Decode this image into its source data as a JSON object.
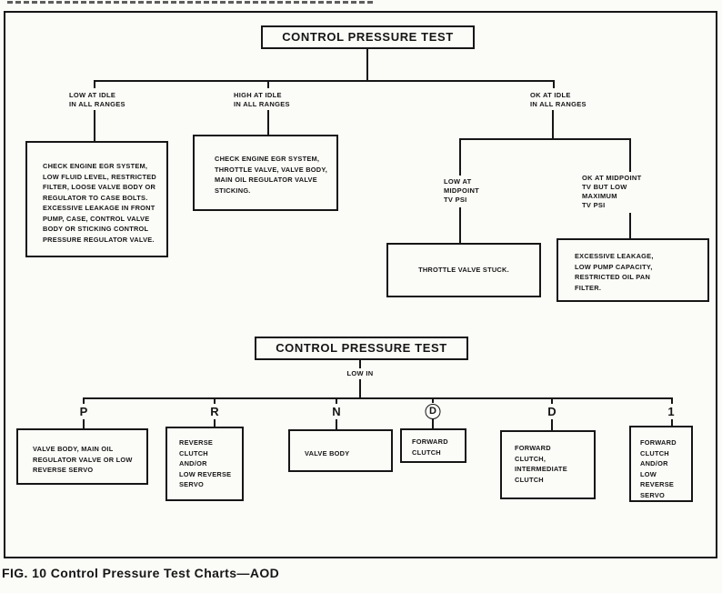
{
  "figure": {
    "caption": "FIG. 10  Control Pressure Test Charts—AOD"
  },
  "chart1": {
    "title": "CONTROL PRESSURE TEST",
    "branches": [
      {
        "label": "LOW AT IDLE\nIN ALL RANGES",
        "result": "CHECK ENGINE EGR SYSTEM,\nLOW FLUID LEVEL, RESTRICTED\nFILTER, LOOSE VALVE BODY OR\nREGULATOR TO CASE BOLTS.\nEXCESSIVE LEAKAGE IN FRONT\nPUMP, CASE, CONTROL VALVE\nBODY OR STICKING CONTROL\nPRESSURE REGULATOR VALVE."
      },
      {
        "label": "HIGH AT IDLE\nIN ALL RANGES",
        "result": "CHECK ENGINE EGR SYSTEM,\nTHROTTLE VALVE, VALVE BODY,\nMAIN OIL REGULATOR VALVE\nSTICKING."
      },
      {
        "label": "OK AT IDLE\nIN ALL RANGES",
        "sub": [
          {
            "label": "LOW AT\nMIDPOINT\nTV PSI",
            "result": "THROTTLE VALVE STUCK."
          },
          {
            "label": "OK AT MIDPOINT\nTV BUT LOW\nMAXIMUM\nTV PSI",
            "result": "EXCESSIVE LEAKAGE,\nLOW PUMP CAPACITY,\nRESTRICTED OIL PAN\nFILTER."
          }
        ]
      }
    ]
  },
  "chart2": {
    "title": "CONTROL PRESSURE TEST",
    "condition": "LOW IN",
    "gears": [
      {
        "gear": "P",
        "circled": false,
        "result": "VALVE BODY, MAIN OIL\nREGULATOR VALVE OR LOW\nREVERSE SERVO"
      },
      {
        "gear": "R",
        "circled": false,
        "result": "REVERSE\nCLUTCH\nAND/OR\nLOW REVERSE\nSERVO"
      },
      {
        "gear": "N",
        "circled": false,
        "result": "VALVE BODY"
      },
      {
        "gear": "D",
        "circled": true,
        "result": "FORWARD\nCLUTCH"
      },
      {
        "gear": "D",
        "circled": false,
        "result": "FORWARD\nCLUTCH,\nINTERMEDIATE\nCLUTCH"
      },
      {
        "gear": "1",
        "circled": false,
        "result": "FORWARD\nCLUTCH\nAND/OR\nLOW REVERSE\nSERVO"
      }
    ]
  }
}
